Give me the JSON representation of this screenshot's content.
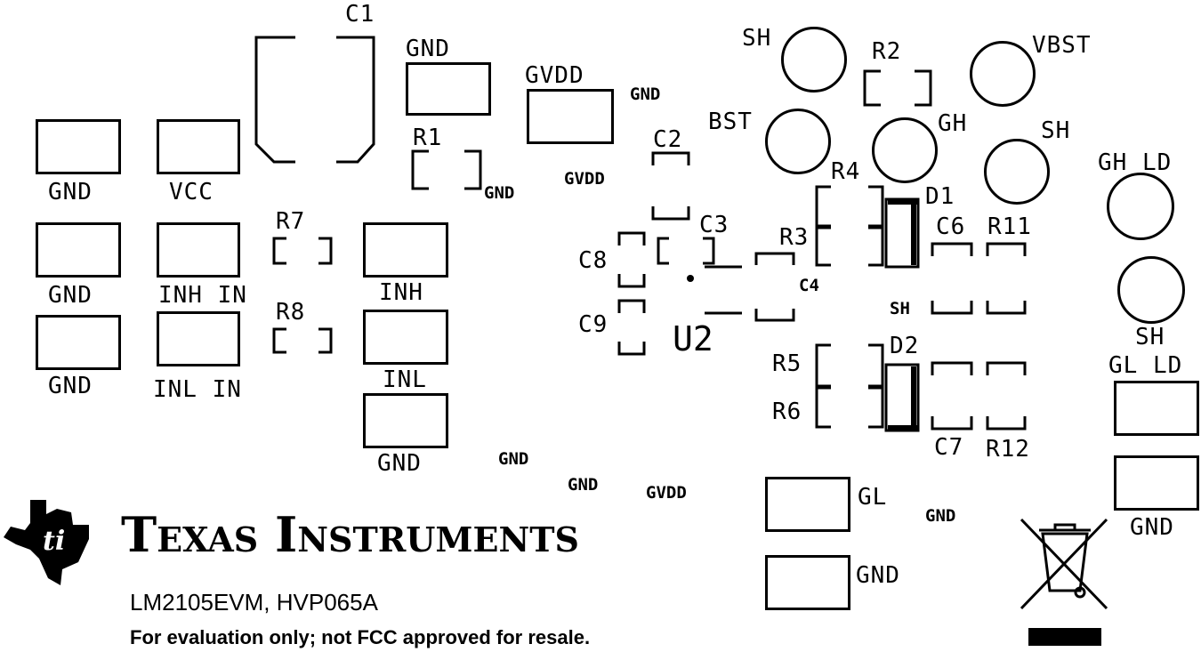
{
  "labels": {
    "c1": "C1",
    "c2": "C2",
    "c3": "C3",
    "c4": "C4",
    "c6": "C6",
    "c7": "C7",
    "c8": "C8",
    "c9": "C9",
    "r1": "R1",
    "r2": "R2",
    "r3": "R3",
    "r4": "R4",
    "r5": "R5",
    "r6": "R6",
    "r7": "R7",
    "r8": "R8",
    "r11": "R11",
    "r12": "R12",
    "d1": "D1",
    "d2": "D2",
    "u2": "U2",
    "gnd": "GND",
    "vcc": "VCC",
    "gvdd": "GVDD",
    "inh": "INH",
    "inl": "INL",
    "inh_in": "INH IN",
    "inl_in": "INL IN",
    "sh": "SH",
    "bst": "BST",
    "gh": "GH",
    "vbst": "VBST",
    "gh_ld": "GH LD",
    "gl_ld": "GL LD",
    "gl": "GL"
  },
  "branding": {
    "company": "Texas Instruments",
    "logo_glyph": "ti",
    "board_id": "LM2105EVM, HVP065A",
    "notice": "For evaluation only; not FCC approved for resale."
  },
  "icons": [
    "ti-logo-icon",
    "weee-bin-icon"
  ]
}
